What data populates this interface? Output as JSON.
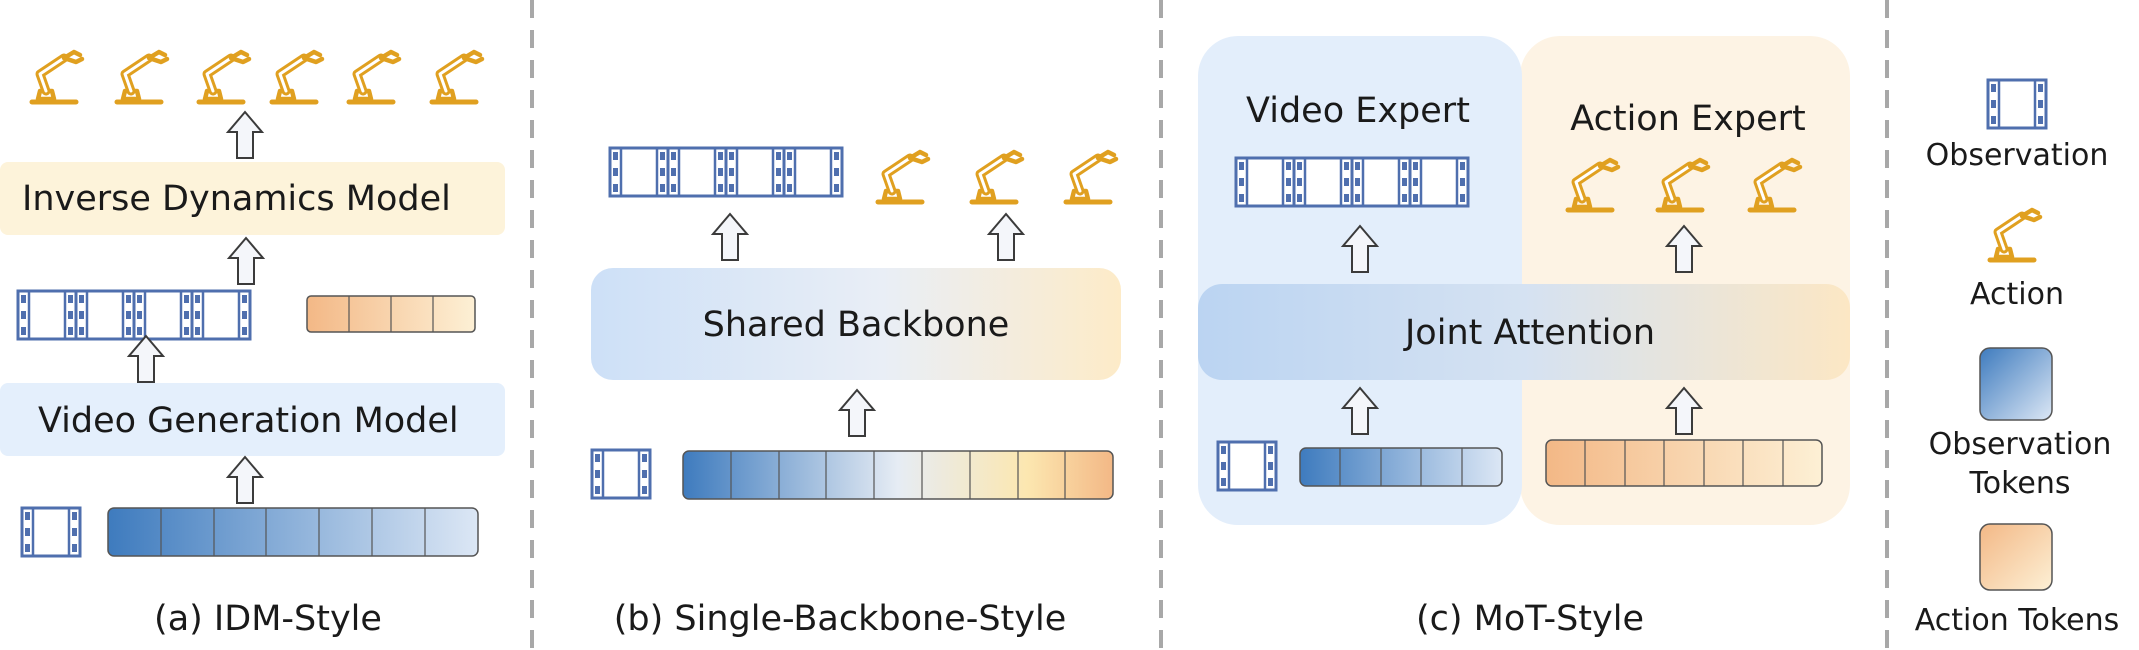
{
  "panel_a": {
    "model_top": "Inverse Dynamics Model",
    "model_bottom": "Video Generation Model",
    "caption": "(a) IDM-Style"
  },
  "panel_b": {
    "backbone": "Shared Backbone",
    "caption": "(b) Single-Backbone-Style"
  },
  "panel_c": {
    "video_expert": "Video Expert",
    "action_expert": "Action Expert",
    "joint": "Joint Attention",
    "caption": "(c) MoT-Style"
  },
  "legend": {
    "observation": "Observation",
    "action": "Action",
    "obs_tokens_1": "Observation",
    "obs_tokens_2": "Tokens",
    "action_tokens": "Action Tokens"
  },
  "icons": {
    "robot_arm": "robot-arm-icon",
    "film": "film-strip-icon",
    "arrow": "up-arrow-icon"
  },
  "colors": {
    "robot": "#E0A020",
    "film": "#4F6FAE",
    "obs_token_dark": "#3E7BBE",
    "obs_token_light": "#DCE7F5",
    "act_token_dark": "#F3B886",
    "act_token_light": "#FDF0D5",
    "video_panel": "#E3EEFB",
    "action_panel": "#FDF3E4",
    "idm_box": "#FDF3DA",
    "vgm_box": "#E4EFFC",
    "divider": "#A8A8A8"
  }
}
